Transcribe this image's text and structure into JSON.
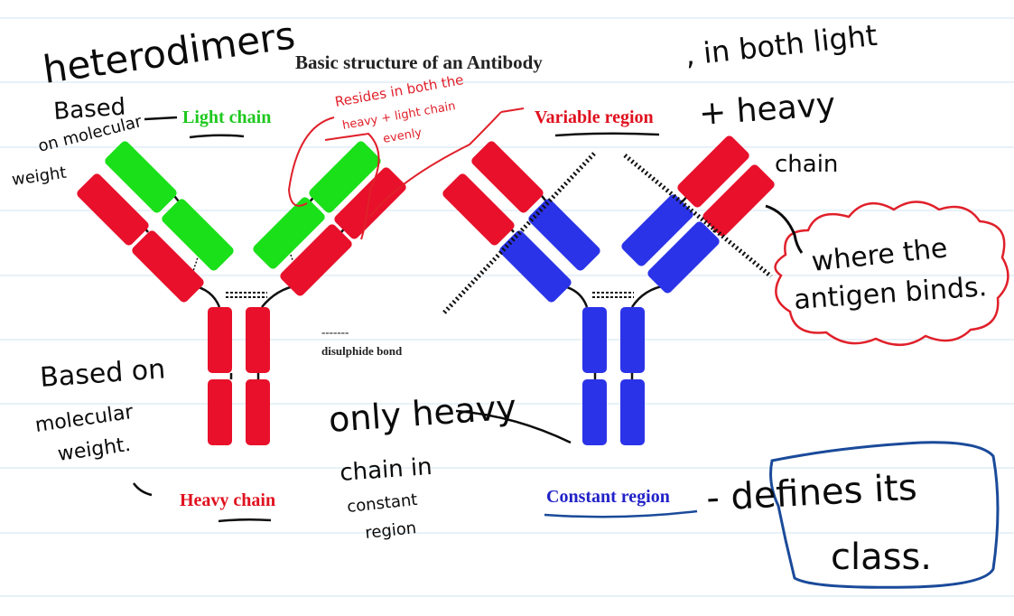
{
  "diagram": {
    "title": "Basic structure of an Antibody",
    "labels": {
      "light_chain": "Light chain",
      "variable_region": "Variable region",
      "heavy_chain": "Heavy chain",
      "constant_region": "Constant region",
      "disulphide_legend": "disulphide bond",
      "disulphide_symbol": "-------"
    }
  },
  "annotations": {
    "heterodimers": "heterodimers",
    "based_mw_light": [
      "Based",
      "on molecular",
      "weight"
    ],
    "resides": [
      "Resides in both the",
      "heavy + light chain",
      "evenly"
    ],
    "in_both": [
      ", in both light",
      "+ heavy",
      "chain"
    ],
    "antigen": [
      "where the",
      "antigen binds."
    ],
    "based_mw_heavy": [
      "Based on",
      "molecular",
      "weight."
    ],
    "only_heavy": [
      "only heavy",
      "chain in",
      "constant",
      "region"
    ],
    "defines_class": [
      "- defines its",
      "class."
    ]
  },
  "colors": {
    "heavy": "#e8102a",
    "light": "#19e019",
    "constant": "#2b33e8",
    "ink": "#0b0b0b",
    "red_ink": "#e0202a",
    "blue_ink": "#1a4a9a",
    "label_green": "#1ec81e",
    "label_red": "#e0101e",
    "label_blue": "#2222c8",
    "rule": "#cfe3f0"
  }
}
